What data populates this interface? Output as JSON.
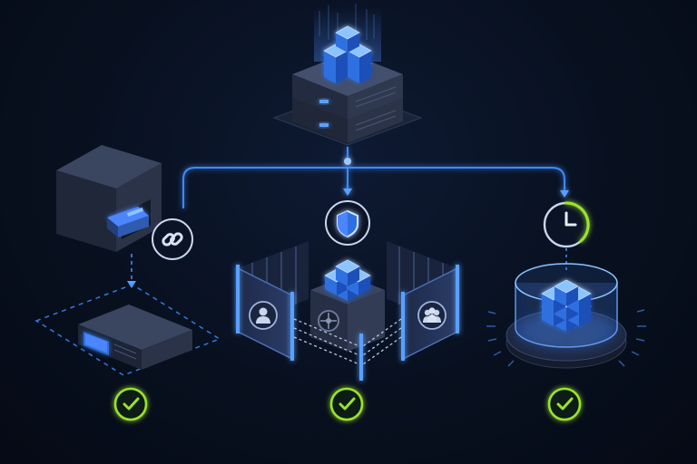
{
  "colors": {
    "background": "#070d1c",
    "connector": "#3d8bff",
    "glow": "#5aa0ff",
    "cube_top": "#8cc4ff",
    "cube_left": "#2f6fe0",
    "cube_right": "#1e4fb8",
    "success": "#9be22d",
    "server_dark": "#1b2233",
    "server_mid": "#2a3348",
    "server_light": "#3a4560"
  },
  "icons": {
    "central_storage": "server-stack-icon",
    "source_server": "server-tower-icon",
    "link": "chain-link-icon",
    "shield": "shield-icon",
    "timer": "clock-icon",
    "vault": "safe-vault-icon",
    "user": "user-icon",
    "group": "group-icon",
    "check": "check-circle-icon",
    "snapshot": "data-cylinder-icon",
    "backup_device": "nas-box-icon"
  },
  "status": {
    "left_branch": "success",
    "center_branch": "success",
    "right_branch": "success"
  }
}
